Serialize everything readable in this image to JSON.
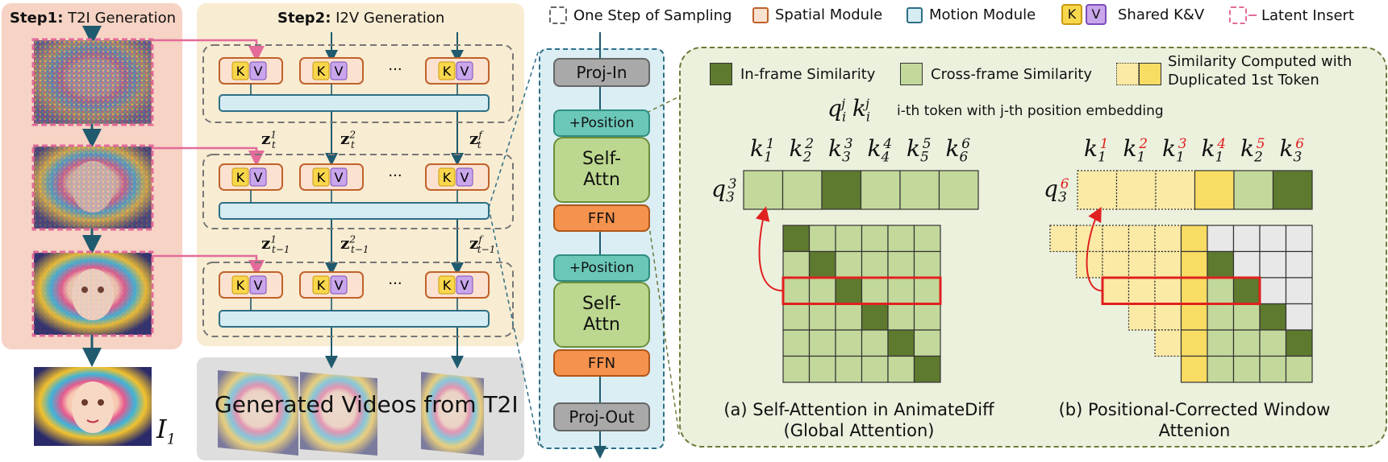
{
  "step1": {
    "label_bold": "Step1",
    "label_sep": ":",
    "label_rest": " T2I Generation"
  },
  "step2": {
    "label_bold": "Step2",
    "label_sep": ":",
    "label_rest": " I2V Generation"
  },
  "legend": {
    "one_step": "One Step of Sampling",
    "spatial": "Spatial Module",
    "motion": "Motion Module",
    "shared_k": "K",
    "shared_v": "V",
    "shared": "Shared K&V",
    "latent": "Latent Insert"
  },
  "kv": {
    "k": "K",
    "v": "V",
    "dots": "···"
  },
  "z_labels": {
    "row1": {
      "base": "z",
      "sub": "t",
      "sups": [
        "1",
        "2",
        "f"
      ]
    },
    "row2": {
      "base": "z",
      "sub": "t−1",
      "sups": [
        "1",
        "2",
        "f"
      ]
    }
  },
  "generated_videos": "Generated Videos from T2I",
  "final_image": {
    "base": "I",
    "sub": "1"
  },
  "motion_module": {
    "proj_in": "Proj-In",
    "position": "+Position",
    "self_attn_1": "Self-",
    "self_attn_2": "Attn",
    "ffn": "FFN",
    "proj_out": "Proj-Out"
  },
  "green_legend": {
    "in_frame": "In-frame Similarity",
    "cross_frame": "Cross-frame Similarity",
    "dup_1": "Similarity Computed with",
    "dup_2": "Duplicated 1st Token",
    "token_desc": "i-th token with j-th position embedding"
  },
  "diagram_a": {
    "query": {
      "base": "q",
      "sub": "3",
      "sup": "3"
    },
    "keys": [
      {
        "sub": "1",
        "sup": "1"
      },
      {
        "sub": "2",
        "sup": "2"
      },
      {
        "sub": "3",
        "sup": "3"
      },
      {
        "sub": "4",
        "sup": "4"
      },
      {
        "sub": "5",
        "sup": "5"
      },
      {
        "sub": "6",
        "sup": "6"
      }
    ],
    "caption_1": "(a) Self-Attention in AnimateDiff",
    "caption_2": "(Global Attention)"
  },
  "diagram_b": {
    "query": {
      "base": "q",
      "sub": "3",
      "sup": "6"
    },
    "keys": [
      {
        "sub": "1",
        "sup": "1"
      },
      {
        "sub": "1",
        "sup": "2"
      },
      {
        "sub": "1",
        "sup": "3"
      },
      {
        "sub": "1",
        "sup": "4"
      },
      {
        "sub": "2",
        "sup": "5"
      },
      {
        "sub": "3",
        "sup": "6"
      }
    ],
    "caption_1": "(b) Positional-Corrected Window",
    "caption_2": "Attenion"
  },
  "colors": {
    "in_frame": "#5e7a2e",
    "cross_frame": "#c3d99b",
    "dup_light": "#fbeaa6",
    "dup_strong": "#f9dc63",
    "empty": "#e8e8e8",
    "red": "#e0211f",
    "teal_line": "#1f5a6e"
  }
}
